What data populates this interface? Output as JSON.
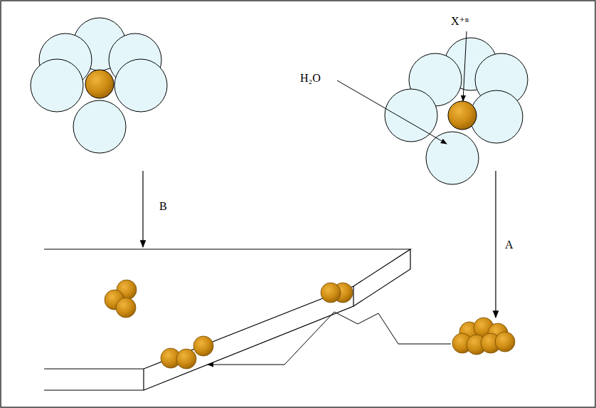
{
  "diagram": {
    "labels": [
      "X⁺ⁿ",
      "H₂O",
      "B",
      "A"
    ]
  }
}
